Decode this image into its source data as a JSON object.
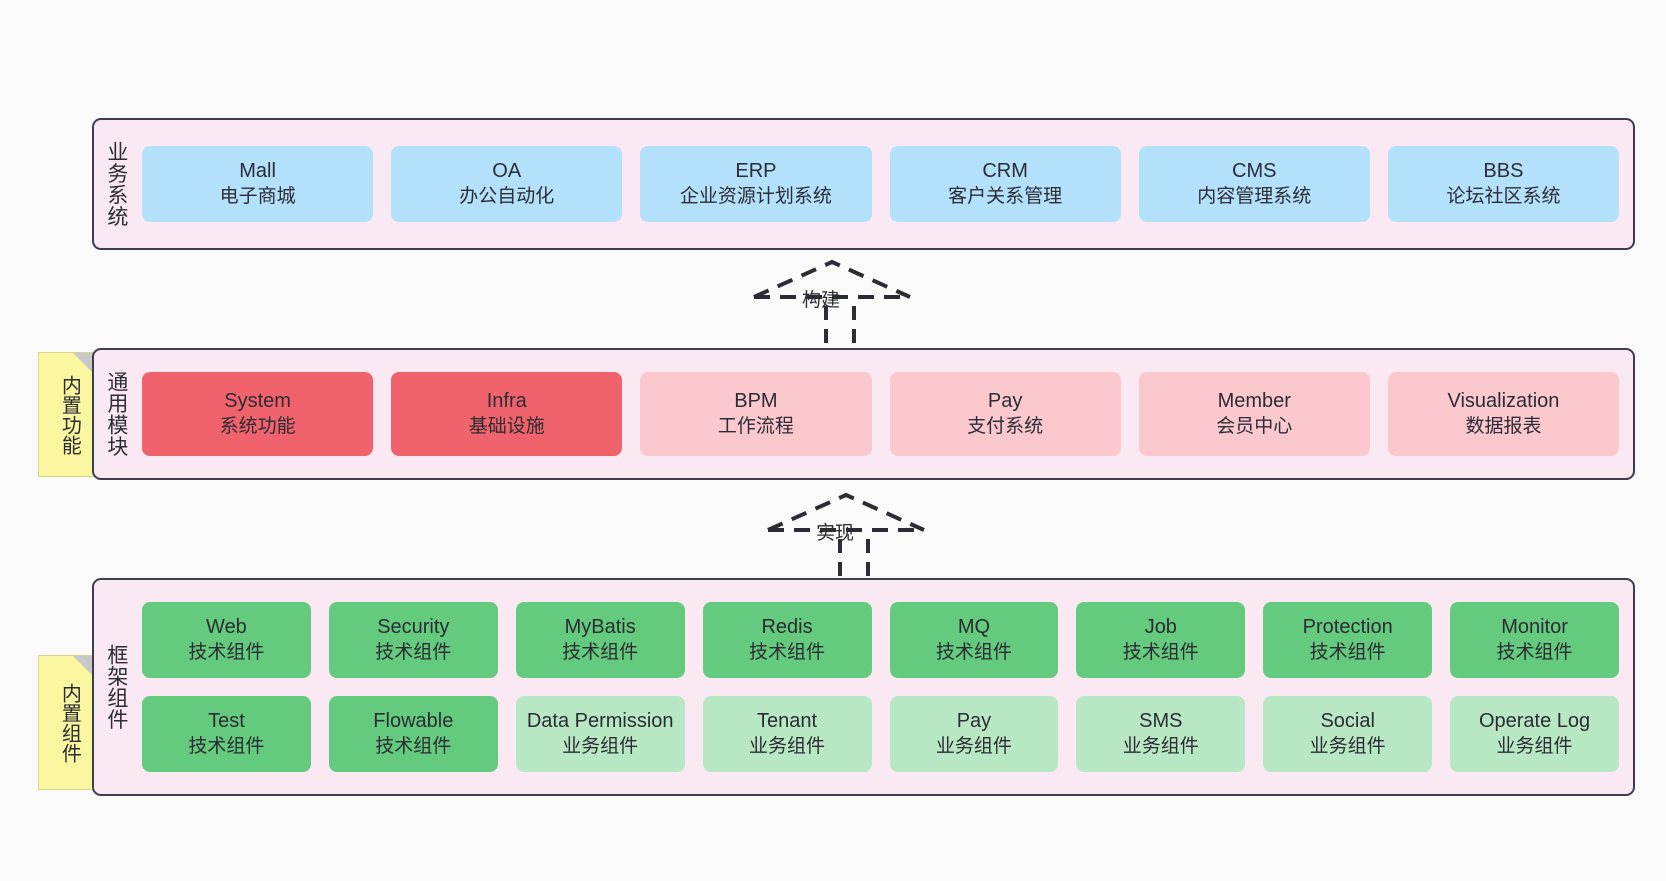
{
  "diagram": {
    "background_color": "#fafafa",
    "layer_fill": "#fae9f3",
    "layer_border": "#3d3d4e"
  },
  "layers": [
    {
      "id": "business",
      "title": "业务系统",
      "card_color": "#b3e0fb",
      "cards": [
        {
          "en": "Mall",
          "cn": "电子商城"
        },
        {
          "en": "OA",
          "cn": "办公自动化"
        },
        {
          "en": "ERP",
          "cn": "企业资源计划系统"
        },
        {
          "en": "CRM",
          "cn": "客户关系管理"
        },
        {
          "en": "CMS",
          "cn": "内容管理系统"
        },
        {
          "en": "BBS",
          "cn": "论坛社区系统"
        }
      ]
    },
    {
      "id": "common",
      "title": "通用模块",
      "note": "内置功能",
      "cards": [
        {
          "en": "System",
          "cn": "系统功能",
          "color": "#f0636c"
        },
        {
          "en": "Infra",
          "cn": "基础设施",
          "color": "#f0636c"
        },
        {
          "en": "BPM",
          "cn": "工作流程",
          "color": "#fbc8ce"
        },
        {
          "en": "Pay",
          "cn": "支付系统",
          "color": "#fbc8ce"
        },
        {
          "en": "Member",
          "cn": "会员中心",
          "color": "#fbc8ce"
        },
        {
          "en": "Visualization",
          "cn": "数据报表",
          "color": "#fbc8ce"
        }
      ]
    },
    {
      "id": "framework",
      "title": "框架组件",
      "note": "内置组件",
      "row1": [
        {
          "en": "Web",
          "cn": "技术组件",
          "color": "#64ca7e"
        },
        {
          "en": "Security",
          "cn": "技术组件",
          "color": "#64ca7e"
        },
        {
          "en": "MyBatis",
          "cn": "技术组件",
          "color": "#64ca7e"
        },
        {
          "en": "Redis",
          "cn": "技术组件",
          "color": "#64ca7e"
        },
        {
          "en": "MQ",
          "cn": "技术组件",
          "color": "#64ca7e"
        },
        {
          "en": "Job",
          "cn": "技术组件",
          "color": "#64ca7e"
        },
        {
          "en": "Protection",
          "cn": "技术组件",
          "color": "#64ca7e"
        },
        {
          "en": "Monitor",
          "cn": "技术组件",
          "color": "#64ca7e"
        }
      ],
      "row2": [
        {
          "en": "Test",
          "cn": "技术组件",
          "color": "#64ca7e"
        },
        {
          "en": "Flowable",
          "cn": "技术组件",
          "color": "#64ca7e"
        },
        {
          "en": "Data Permission",
          "cn": "业务组件",
          "color": "#b8e7c3"
        },
        {
          "en": "Tenant",
          "cn": "业务组件",
          "color": "#b8e7c3"
        },
        {
          "en": "Pay",
          "cn": "业务组件",
          "color": "#b8e7c3"
        },
        {
          "en": "SMS",
          "cn": "业务组件",
          "color": "#b8e7c3"
        },
        {
          "en": "Social",
          "cn": "业务组件",
          "color": "#b8e7c3"
        },
        {
          "en": "Operate Log",
          "cn": "业务组件",
          "color": "#b8e7c3"
        }
      ]
    }
  ],
  "connectors": [
    {
      "id": "build",
      "label": "构建"
    },
    {
      "id": "implement",
      "label": "实现"
    }
  ]
}
